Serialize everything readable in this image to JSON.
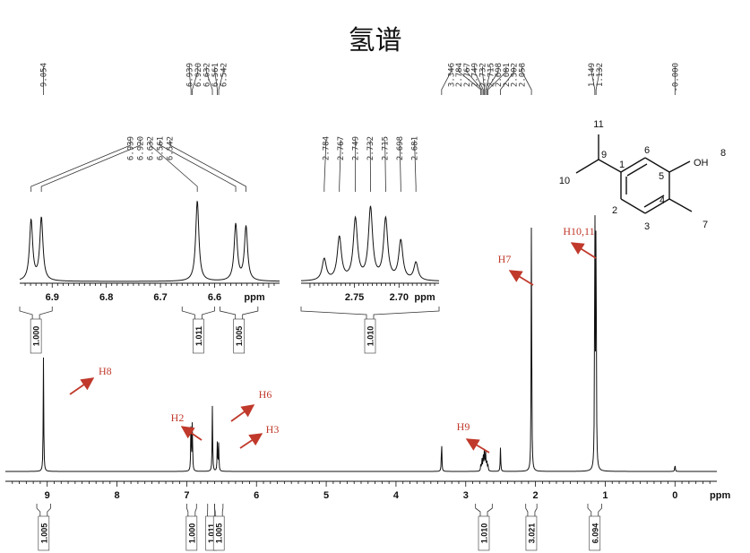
{
  "title": "氢谱",
  "chart_data": {
    "type": "line",
    "x_unit": "ppm",
    "xlim": [
      9.6,
      -0.6
    ],
    "x_ticks": [
      9,
      8,
      7,
      6,
      5,
      4,
      3,
      2,
      1,
      0
    ],
    "peaks": [
      {
        "ppm": 9.054,
        "height": 0.62
      },
      {
        "ppm": 6.939,
        "height": 0.27
      },
      {
        "ppm": 6.92,
        "height": 0.28
      },
      {
        "ppm": 6.632,
        "height": 0.36
      },
      {
        "ppm": 6.561,
        "height": 0.16
      },
      {
        "ppm": 6.542,
        "height": 0.15
      },
      {
        "ppm": 3.346,
        "height": 0.17
      },
      {
        "ppm": 2.784,
        "height": 0.035
      },
      {
        "ppm": 2.767,
        "height": 0.065
      },
      {
        "ppm": 2.749,
        "height": 0.1
      },
      {
        "ppm": 2.732,
        "height": 0.12
      },
      {
        "ppm": 2.715,
        "height": 0.1
      },
      {
        "ppm": 2.698,
        "height": 0.065
      },
      {
        "ppm": 2.681,
        "height": 0.035
      },
      {
        "ppm": 2.502,
        "height": 0.13
      },
      {
        "ppm": 2.058,
        "height": 1.42
      },
      {
        "ppm": 1.149,
        "height": 1.5
      },
      {
        "ppm": 1.132,
        "height": 1.48
      },
      {
        "ppm": 0.0,
        "height": 0.04
      }
    ],
    "peak_labels": [
      {
        "group": [
          9.054
        ],
        "labels": [
          "9.054"
        ]
      },
      {
        "group": [
          6.939,
          6.92,
          6.632,
          6.561,
          6.542
        ],
        "labels": [
          "6.939",
          "6.920",
          "6.632",
          "6.561",
          "6.542"
        ]
      },
      {
        "group": [
          3.346,
          2.784,
          2.767,
          2.749,
          2.732,
          2.715,
          2.698,
          2.681,
          2.502,
          2.058
        ],
        "labels": [
          "3.346",
          "2.784",
          "2.767",
          "2.749",
          "2.732",
          "2.715",
          "2.698",
          "2.681",
          "2.502",
          "2.058"
        ]
      },
      {
        "group": [
          1.149,
          1.132
        ],
        "labels": [
          "1.149",
          "1.132"
        ]
      },
      {
        "group": [
          0.0
        ],
        "labels": [
          "-0.000"
        ]
      }
    ],
    "integrals": [
      {
        "from": 9.15,
        "to": 8.95,
        "value": "1.005"
      },
      {
        "from": 7.0,
        "to": 6.86,
        "value": "1.000"
      },
      {
        "from": 6.7,
        "to": 6.6,
        "value": "1.011"
      },
      {
        "from": 6.6,
        "to": 6.48,
        "value": "1.005"
      },
      {
        "from": 2.86,
        "to": 2.62,
        "value": "1.010"
      },
      {
        "from": 2.14,
        "to": 1.98,
        "value": "3.021"
      },
      {
        "from": 1.25,
        "to": 1.05,
        "value": "6.094"
      }
    ],
    "insets": [
      {
        "xlim": [
          6.96,
          6.48
        ],
        "x_ticks": [
          6.9,
          6.8,
          6.7,
          6.6
        ],
        "x_unit": "ppm",
        "peaks": [
          {
            "ppm": 6.939,
            "height": 0.75
          },
          {
            "ppm": 6.92,
            "height": 0.78
          },
          {
            "ppm": 6.632,
            "height": 1.0
          },
          {
            "ppm": 6.561,
            "height": 0.7
          },
          {
            "ppm": 6.542,
            "height": 0.67
          }
        ],
        "peak_labels": [
          "6.939",
          "6.920",
          "6.632",
          "6.561",
          "6.542"
        ],
        "integrals": [
          {
            "from": 6.96,
            "to": 6.9,
            "value": "1.000"
          },
          {
            "from": 6.66,
            "to": 6.6,
            "value": "1.011"
          },
          {
            "from": 6.59,
            "to": 6.52,
            "value": "1.005"
          }
        ]
      },
      {
        "xlim": [
          2.81,
          2.655
        ],
        "x_ticks": [
          2.75,
          2.7
        ],
        "x_unit": "ppm",
        "peaks": [
          {
            "ppm": 2.784,
            "height": 0.3
          },
          {
            "ppm": 2.767,
            "height": 0.6
          },
          {
            "ppm": 2.749,
            "height": 0.85
          },
          {
            "ppm": 2.732,
            "height": 1.0
          },
          {
            "ppm": 2.715,
            "height": 0.85
          },
          {
            "ppm": 2.698,
            "height": 0.55
          },
          {
            "ppm": 2.681,
            "height": 0.25
          }
        ],
        "peak_labels": [
          "2.784",
          "2.767",
          "2.749",
          "2.732",
          "2.715",
          "2.698",
          "2.681"
        ],
        "integrals": [
          {
            "from": 2.81,
            "to": 2.655,
            "value": "1.010"
          }
        ]
      }
    ],
    "annotations": [
      {
        "text": "H8",
        "ppm": 9.054
      },
      {
        "text": "H2",
        "ppm": 6.93
      },
      {
        "text": "H6",
        "ppm": 6.632
      },
      {
        "text": "H3",
        "ppm": 6.55
      },
      {
        "text": "H9",
        "ppm": 2.73
      },
      {
        "text": "H7",
        "ppm": 2.058
      },
      {
        "text": "H10,11",
        "ppm": 1.14
      }
    ],
    "structure_labels": [
      "11",
      "9",
      "10",
      "1",
      "6",
      "5",
      "OH",
      "8",
      "4",
      "2",
      "3",
      "7"
    ]
  }
}
